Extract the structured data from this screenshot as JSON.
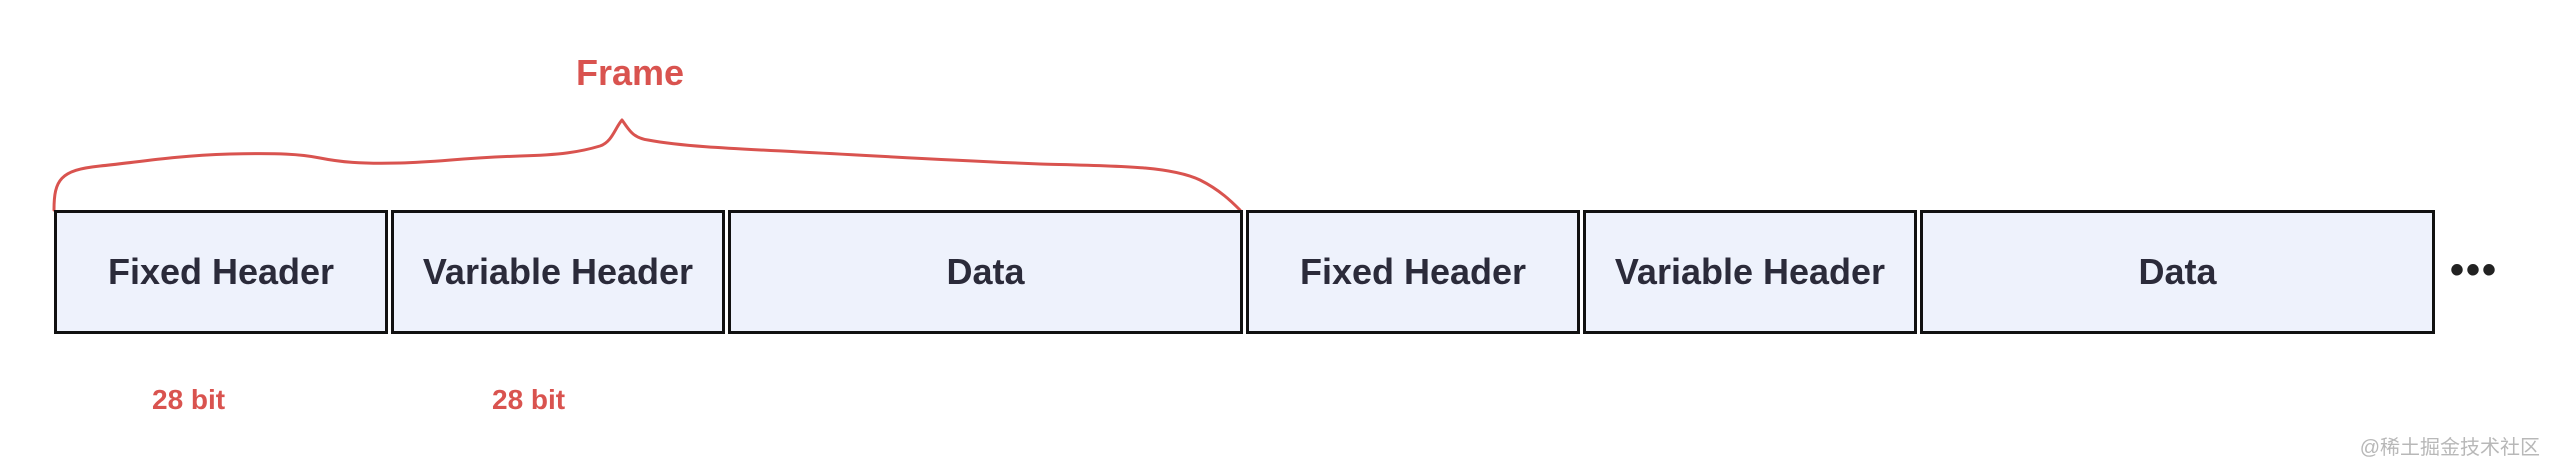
{
  "frame": {
    "title": "Frame"
  },
  "cells": [
    {
      "label": "Fixed Header"
    },
    {
      "label": "Variable Header"
    },
    {
      "label": "Data"
    },
    {
      "label": "Fixed Header"
    },
    {
      "label": "Variable Header"
    },
    {
      "label": "Data"
    }
  ],
  "continuation": "•••",
  "sizes": [
    {
      "label": "28 bit"
    },
    {
      "label": "28 bit"
    }
  ],
  "watermark": "@稀土掘金技术社区",
  "colors": {
    "accent": "#d9534f",
    "cell_fill": "#eef2fc",
    "border": "#111111"
  }
}
